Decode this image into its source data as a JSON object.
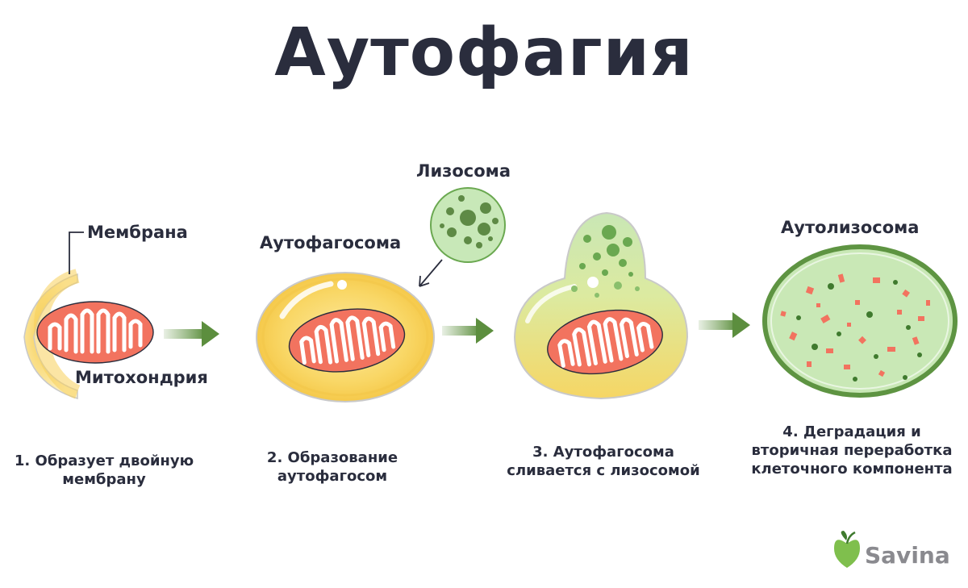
{
  "title": "Аутофагия",
  "labels": {
    "membrane": "Мембрана",
    "mitochondria": "Митохондрия",
    "autophagosome": "Аутофагосома",
    "lysosome": "Лизосома",
    "autolysosome": "Аутолизосома"
  },
  "steps": [
    {
      "line1": "1. Образует двойную",
      "line2": "мембрану",
      "line3": ""
    },
    {
      "line1": "2. Образование",
      "line2": "аутофагосом",
      "line3": ""
    },
    {
      "line1": "3. Аутофагосома",
      "line2": "сливается с лизосомой",
      "line3": ""
    },
    {
      "line1": "4. Деградация и",
      "line2": "вторичная переработка",
      "line3": "клеточного компонента"
    }
  ],
  "brand": {
    "name": "Savina",
    "logo_icon": "apple-heart-icon"
  },
  "colors": {
    "mitochondria": "#f2735f",
    "cristae": "#ffffff",
    "vesicle_fill": "#f8d35a",
    "lysosome_fill": "#c8e8b8",
    "lysosome_dots": "#5e8a45",
    "arrow": "#6a9a4c",
    "autolysosome_border": "#5e9442",
    "debris": "#f2735f"
  }
}
